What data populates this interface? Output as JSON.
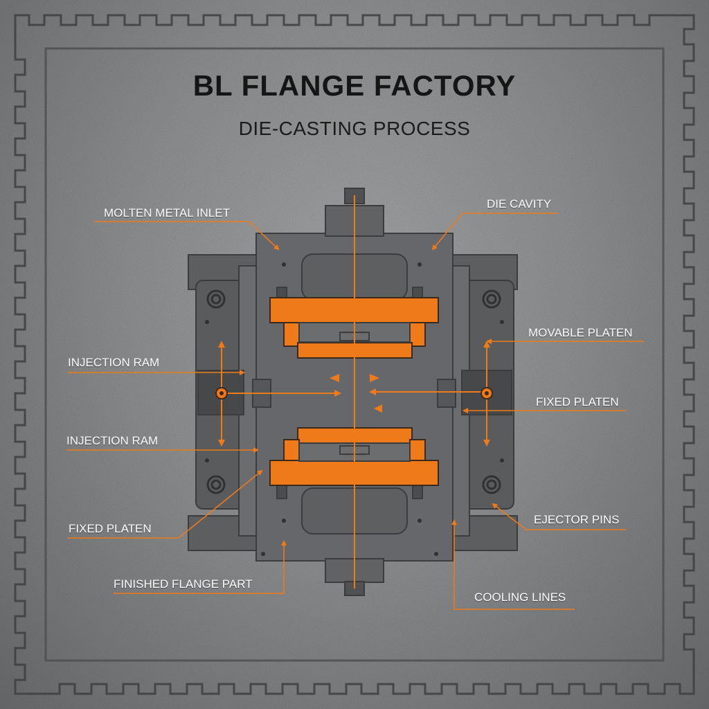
{
  "header": {
    "title": "BL FLANGE FACTORY",
    "subtitle": "DIE-CASTING PROCESS"
  },
  "callouts": {
    "molten_metal_inlet": "MOLTEN METAL INLET",
    "die_cavity": "DIE CAVITY",
    "movable_platen": "MOVABLE PLATEN",
    "injection_ram_upper": "INJECTION RAM",
    "fixed_platen_right": "FIXED PLATEN",
    "injection_ram_lower": "INJECTION RAM",
    "fixed_platen_left": "FIXED PLATEN",
    "ejector_pins": "EJECTOR PINS",
    "finished_flange_part": "FINISHED FLANGE PART",
    "cooling_lines": "COOLING LINES"
  },
  "colors": {
    "accent_orange": "#ef7a1a",
    "machine_dark": "#5a5c5e",
    "machine_mid": "#6b6d6f",
    "background_metal": "#929495",
    "text_dark": "#151515",
    "callout_text": "#ffffff"
  }
}
